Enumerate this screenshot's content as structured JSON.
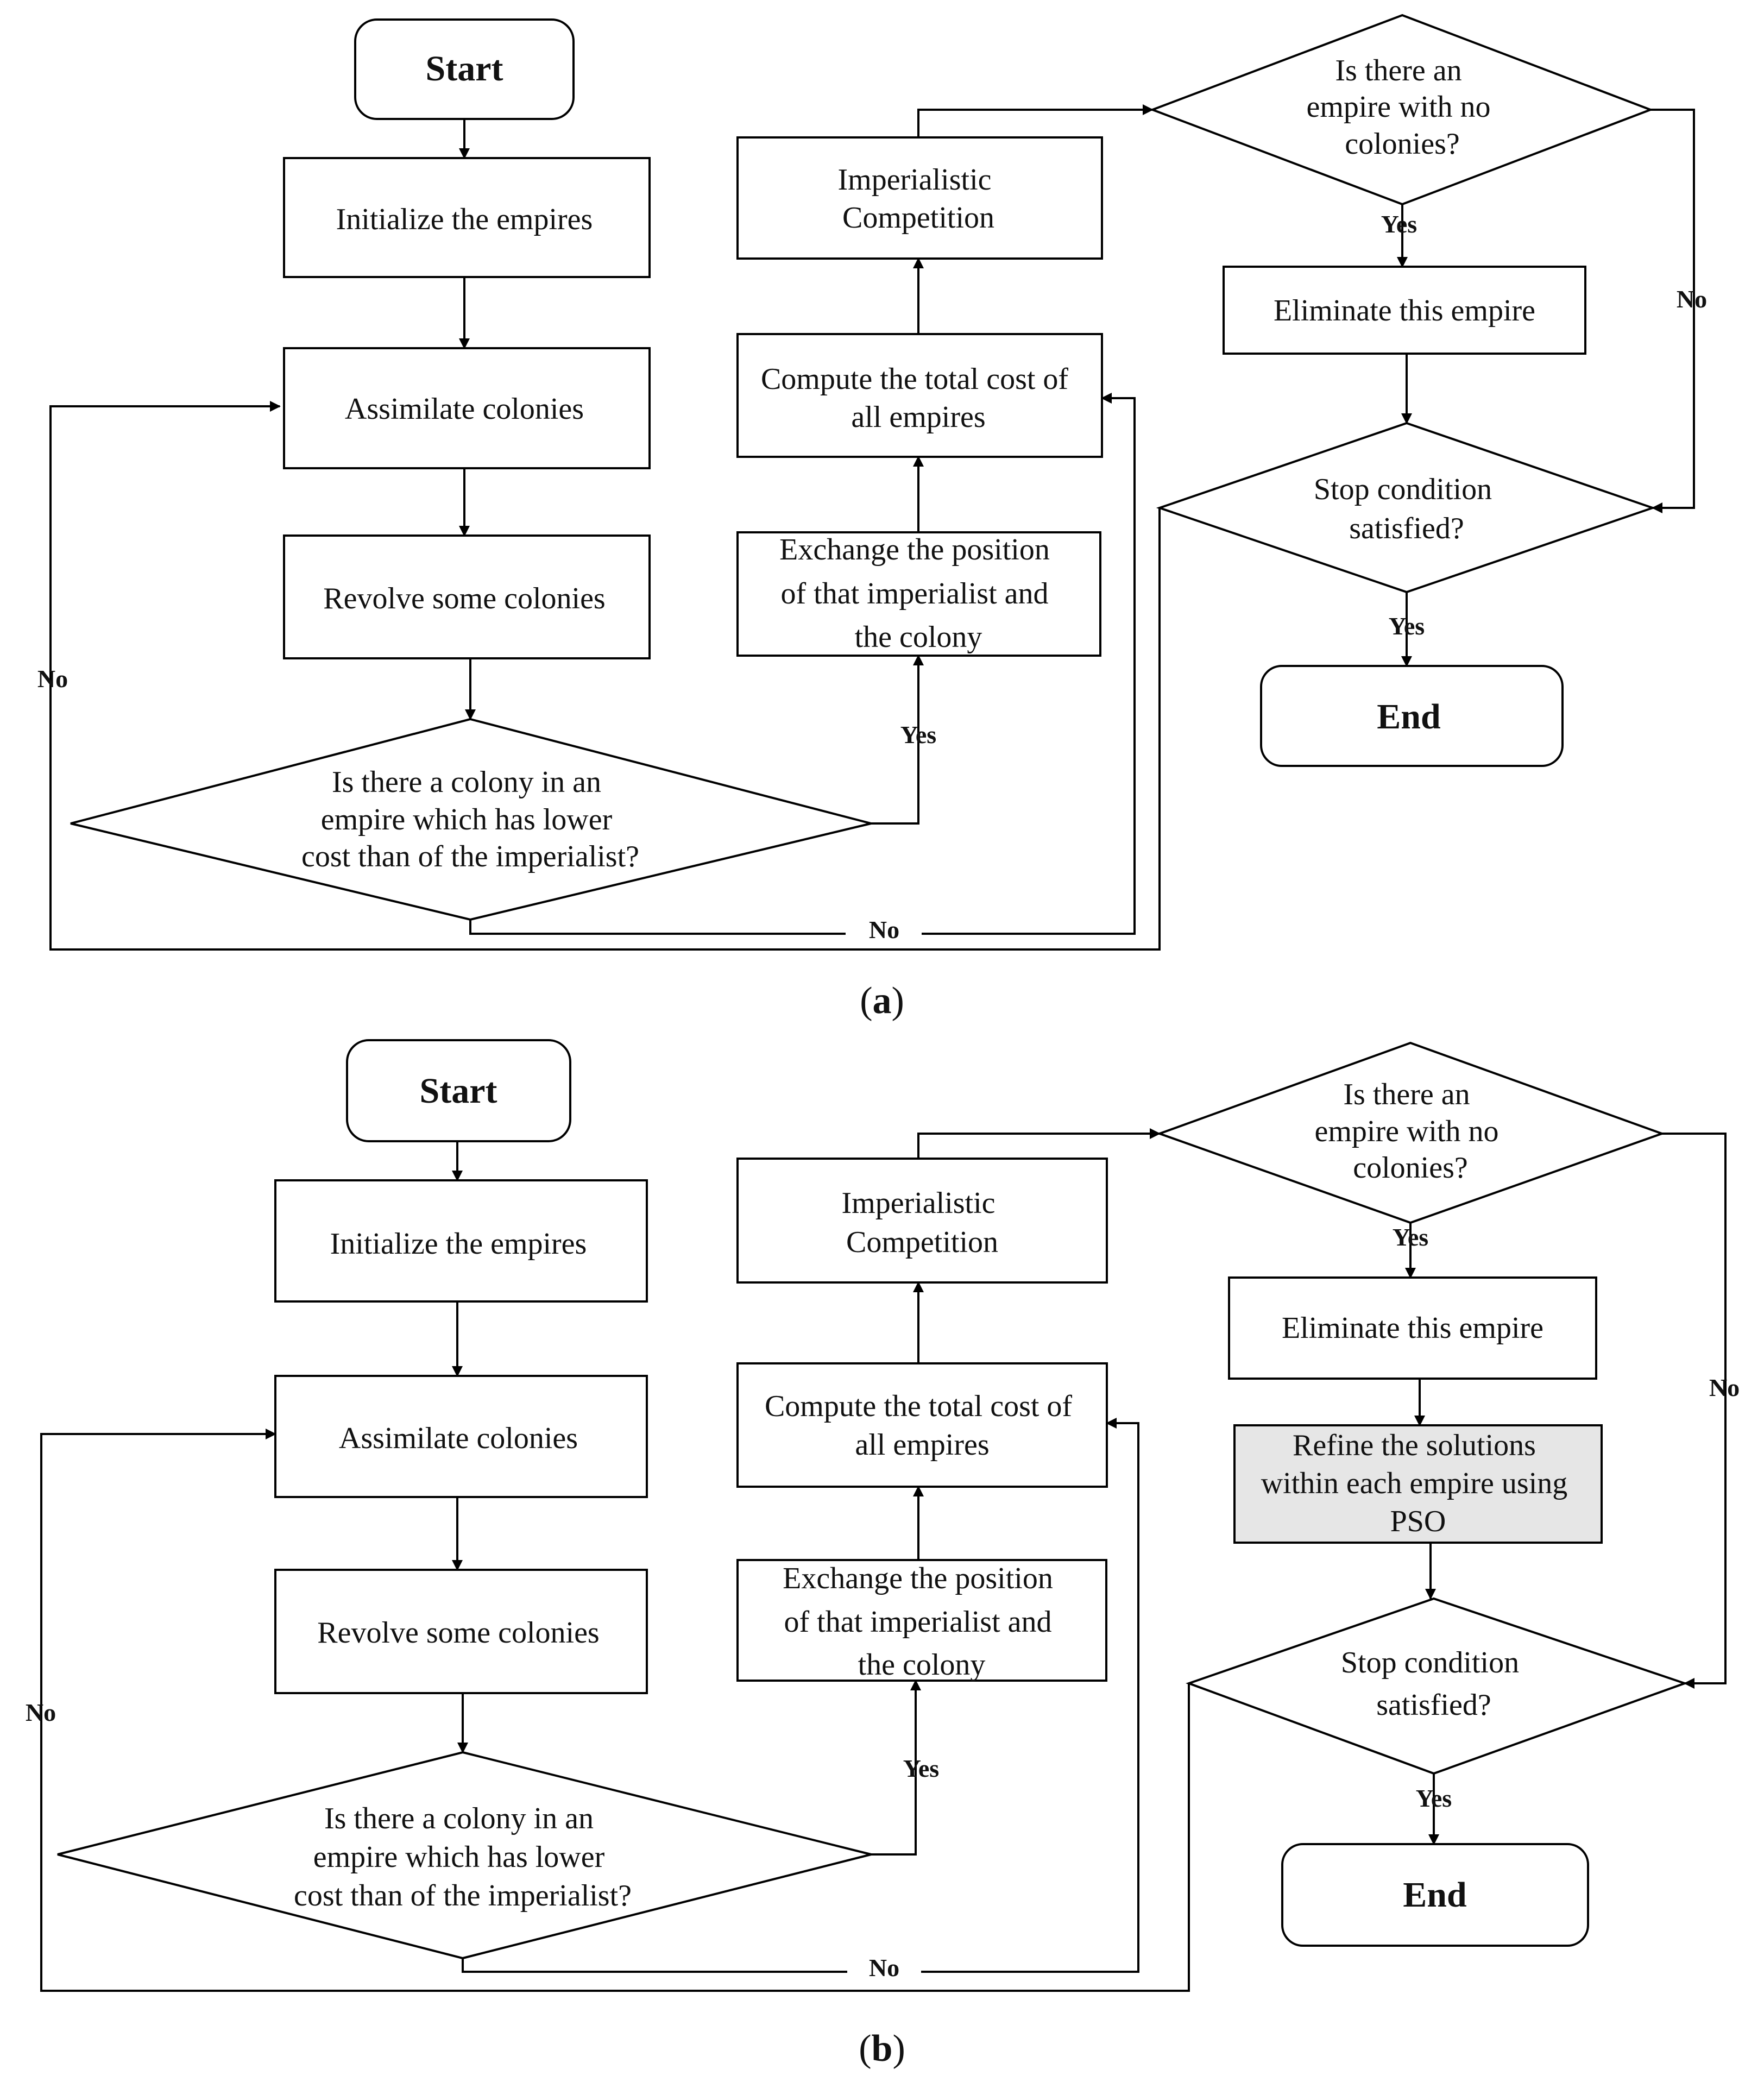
{
  "diagrams": [
    {
      "start": "Start",
      "init": "Initialize the empires",
      "assimilate": "Assimilate colonies",
      "revolve": "Revolve some colonies",
      "decision_colony": [
        "Is there a colony in an",
        "empire which has lower",
        "cost than of the imperialist?"
      ],
      "exchange": [
        "Exchange the position",
        "of that imperialist and",
        "the colony"
      ],
      "compute": [
        "Compute the total cost of",
        "all empires"
      ],
      "competition": [
        "Imperialistic",
        "Competition"
      ],
      "decision_empire": [
        "Is there an",
        "empire with no",
        "colonies?"
      ],
      "eliminate": "Eliminate this empire",
      "decision_stop": [
        "Stop condition",
        "satisfied?"
      ],
      "end": "End",
      "label_yes": "Yes",
      "label_no": "No",
      "caption_open": "(",
      "caption_letter": "a",
      "caption_close": ")"
    },
    {
      "start": "Start",
      "init": "Initialize the empires",
      "assimilate": "Assimilate colonies",
      "revolve": "Revolve some colonies",
      "decision_colony": [
        "Is there a colony in an",
        "empire which has lower",
        "cost than of the imperialist?"
      ],
      "exchange": [
        "Exchange the position",
        "of that imperialist and",
        "the colony"
      ],
      "compute": [
        "Compute the total cost of",
        "all empires"
      ],
      "competition": [
        "Imperialistic",
        "Competition"
      ],
      "decision_empire": [
        "Is there an",
        "empire with no",
        "colonies?"
      ],
      "eliminate": "Eliminate this empire",
      "refine": [
        "Refine the solutions",
        "within each empire using",
        "PSO"
      ],
      "decision_stop": [
        "Stop condition",
        "satisfied?"
      ],
      "end": "End",
      "label_yes": "Yes",
      "label_no": "No",
      "caption_open": "(",
      "caption_letter": "b",
      "caption_close": ")"
    }
  ],
  "colors": {
    "stroke": "#000000",
    "text": "#111111",
    "highlight_fill": "#e6e6e6"
  }
}
